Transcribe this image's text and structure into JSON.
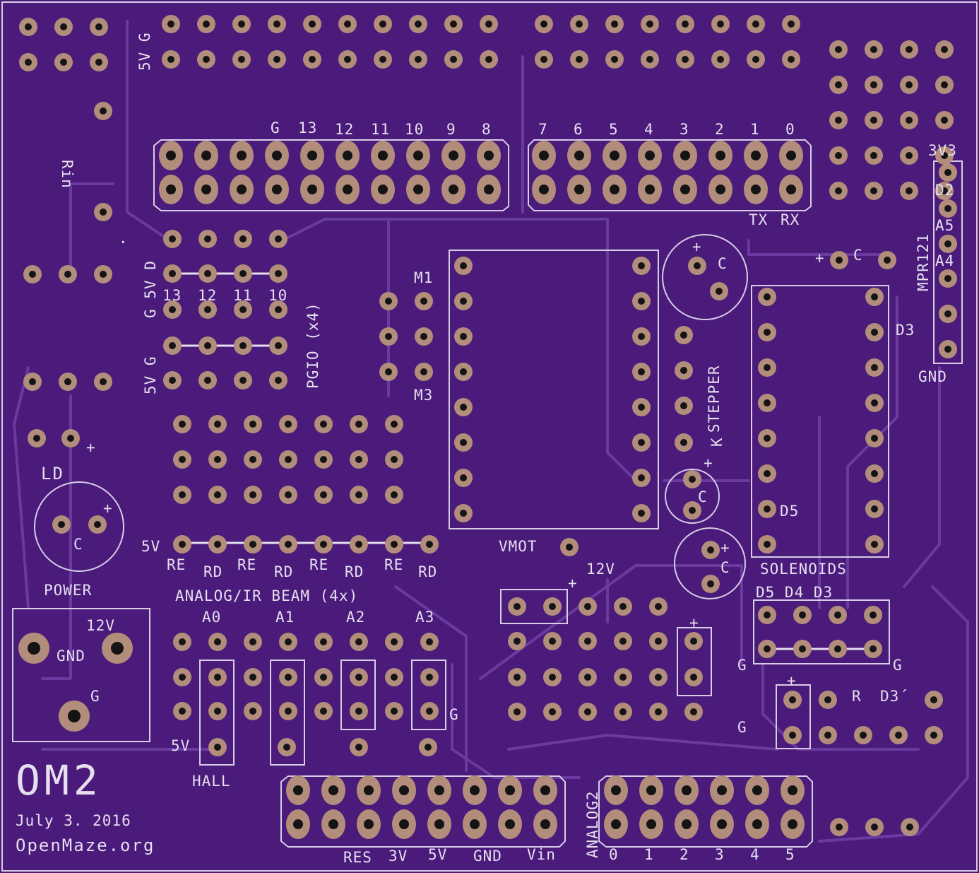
{
  "board": {
    "name": "OM2",
    "date": "July 3. 2016",
    "website": "OpenMaze.org"
  },
  "labels": {
    "rin": "Rin",
    "header_top": "5V G",
    "digital_high": [
      "G",
      "13",
      "12",
      "11",
      "10",
      "9",
      "8"
    ],
    "digital_low": [
      "7",
      "6",
      "5",
      "4",
      "3",
      "2",
      "1",
      "0"
    ],
    "tx": "TX",
    "rx": "RX",
    "pgio_side_1": "G 5V D",
    "pgio_side_2": "5V G",
    "pgio_pins": [
      "13",
      "12",
      "11",
      "10"
    ],
    "pgio_title": "PGIO (x4)",
    "dot": ".",
    "m1": "M1",
    "m3": "M3",
    "stepper": "STEPPER",
    "k": "K",
    "c": "C",
    "plus": "+",
    "mpr121": "MPR121",
    "mpr_3v3": "3V3",
    "mpr_d2": "D2",
    "mpr_a5": "A5",
    "mpr_a4": "A4",
    "mpr_gnd": "GND",
    "d3": "D3",
    "d5": "D5",
    "solenoids": "SOLENOIDS",
    "sol_header": "D5 D4 D3",
    "g": "G",
    "ld": "LD",
    "power": "POWER",
    "v12": "12V",
    "gnd": "GND",
    "v5": "5V",
    "re": "RE",
    "rd": "RD",
    "analog_ir": "ANALOG/IR BEAM (4x)",
    "analog_pins": [
      "A0",
      "A1",
      "A2",
      "A3"
    ],
    "hall": "HALL",
    "vmot": "VMOT",
    "r": "R",
    "d3p": "D3´",
    "power_header": [
      "RES",
      "3V",
      "5V",
      "GND",
      "Vin"
    ],
    "analog2": "ANALOG2",
    "analog2_pins": [
      "0",
      "1",
      "2",
      "3",
      "4",
      "5"
    ]
  },
  "colors": {
    "board": "#4a1b7a",
    "silkscreen": "#e6dff0",
    "pad": "#b28d7b",
    "trace": "#6a3aa0"
  }
}
